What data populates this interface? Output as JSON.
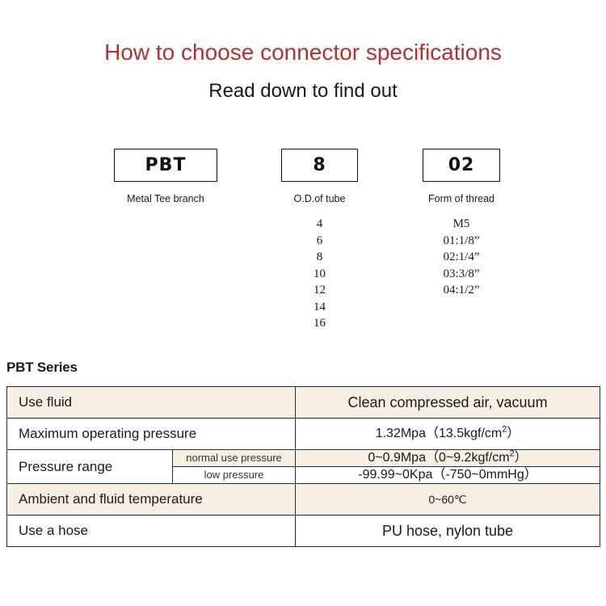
{
  "header": {
    "title": "How to choose connector specifications",
    "subtitle": "Read down to find out",
    "title_color": "#b4312c"
  },
  "code_breakdown": {
    "columns": [
      {
        "code": "PBT",
        "caption": "Metal Tee branch",
        "options": []
      },
      {
        "code": "8",
        "caption": "O.D.of tube",
        "options": [
          "4",
          "6",
          "8",
          "10",
          "12",
          "14",
          "16"
        ]
      },
      {
        "code": "02",
        "caption": "Form of thread",
        "options": [
          "M5",
          "01:1/8”",
          "02:1/4”",
          "03:3/8”",
          "04:1/2”"
        ]
      }
    ]
  },
  "series": {
    "heading": "PBT Series",
    "row_highlight_color": "#f7efe4",
    "rows": [
      {
        "label": "Use fluid",
        "sublabel": null,
        "value": "Clean compressed air, vacuum",
        "shaded": true
      },
      {
        "label": "Maximum operating pressure",
        "sublabel": null,
        "value": "1.32Mpa（13.5kgf/cm2）",
        "value_base": "1.32Mpa（13.5kgf/cm",
        "value_sup": "2",
        "value_tail": "）",
        "shaded": false
      },
      {
        "label": "Pressure range",
        "sublabel": "normal use pressure",
        "value": "0~0.9Mpa（0~9.2kgf/cm2）",
        "value_base": "0~0.9Mpa（0~9.2kgf/cm",
        "value_sup": "2",
        "value_tail": "）",
        "shaded": true
      },
      {
        "label": "",
        "sublabel": "low pressure",
        "value": "-99.99~0Kpa（-750~0mmHg）",
        "shaded": false
      },
      {
        "label": "Ambient and fluid temperature",
        "sublabel": null,
        "value": "0~60℃",
        "shaded": true
      },
      {
        "label": "Use a hose",
        "sublabel": null,
        "value": "PU hose, nylon tube",
        "shaded": false
      }
    ]
  }
}
